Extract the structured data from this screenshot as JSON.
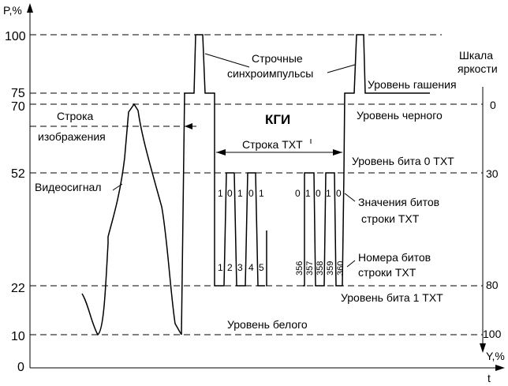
{
  "axes": {
    "y_left_title": "P,%",
    "x_title": "t",
    "y_right_title": "Y,%",
    "right_scale_title_line1": "Шкала",
    "right_scale_title_line2": "яркости",
    "left_ticks": [
      "100",
      "75",
      "70",
      "52",
      "22",
      "10",
      "0"
    ],
    "right_ticks": [
      "0",
      "30",
      "80",
      "100"
    ]
  },
  "labels": {
    "sync_line1": "Строчные",
    "sync_line2": "синхроимпульсы",
    "blanking_level": "Уровень гашения",
    "black_level": "Уровень черного",
    "kgi": "КГИ",
    "image_line1": "Строка",
    "image_line2": "изображения",
    "txt_line": "Строка ТХТ",
    "bit0_level": "Уровень бита 0 ТХТ",
    "video_signal": "Видеосигнал",
    "bit_values_line1": "Значения битов",
    "bit_values_line2": "строки ТХТ",
    "bit_numbers_line1": "Номера битов",
    "bit_numbers_line2": "строки ТХТ",
    "bit1_level": "Уровень бита 1 ТХТ",
    "white_level": "Уровень белого"
  },
  "bits": {
    "first_values": [
      "1",
      "0",
      "1",
      "0",
      "1"
    ],
    "first_numbers": [
      "1",
      "2",
      "3",
      "4",
      "5"
    ],
    "last_values": [
      "0",
      "1",
      "0",
      "1",
      "0"
    ],
    "last_numbers": [
      "356",
      "357",
      "358",
      "359",
      "360"
    ]
  }
}
